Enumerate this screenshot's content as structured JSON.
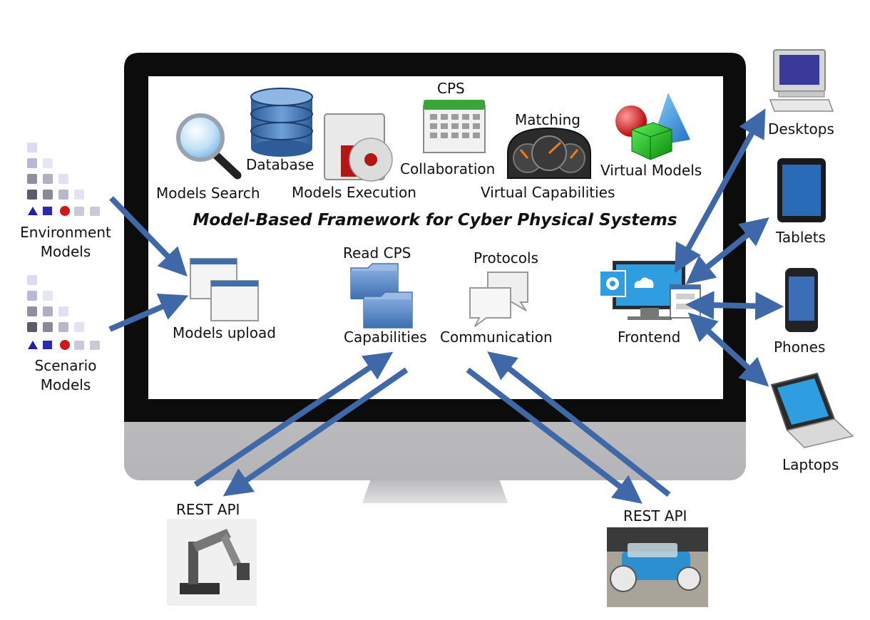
{
  "title": "Model-Based Framework for Cyber Physical Systems",
  "top_icons": {
    "models_search": "Models Search",
    "database": "Database",
    "models_execution": "Models Execution",
    "cps_top": "CPS",
    "collaboration": "Collaboration",
    "matching": "Matching",
    "virtual_capabilities": "Virtual Capabilities",
    "virtual_models": "Virtual Models"
  },
  "middle": {
    "models_upload": "Models upload",
    "read_cps": "Read CPS",
    "capabilities": "Capabilities",
    "protocols": "Protocols",
    "communication": "Communication",
    "frontend": "Frontend"
  },
  "left_models": {
    "environment": [
      "Environment",
      "Models"
    ],
    "scenario": [
      "Scenario",
      "Models"
    ]
  },
  "devices": {
    "desktops": "Desktops",
    "tablets": "Tablets",
    "phones": "Phones",
    "laptops": "Laptops"
  },
  "bottom": {
    "rest_api_left": "REST API",
    "rest_api_right": "REST API"
  },
  "colors": {
    "arrow": "#3f68a8",
    "monitor_bezel": "#0c0c0c",
    "monitor_chin": "#c9c9cb",
    "screen": "#ffffff"
  }
}
